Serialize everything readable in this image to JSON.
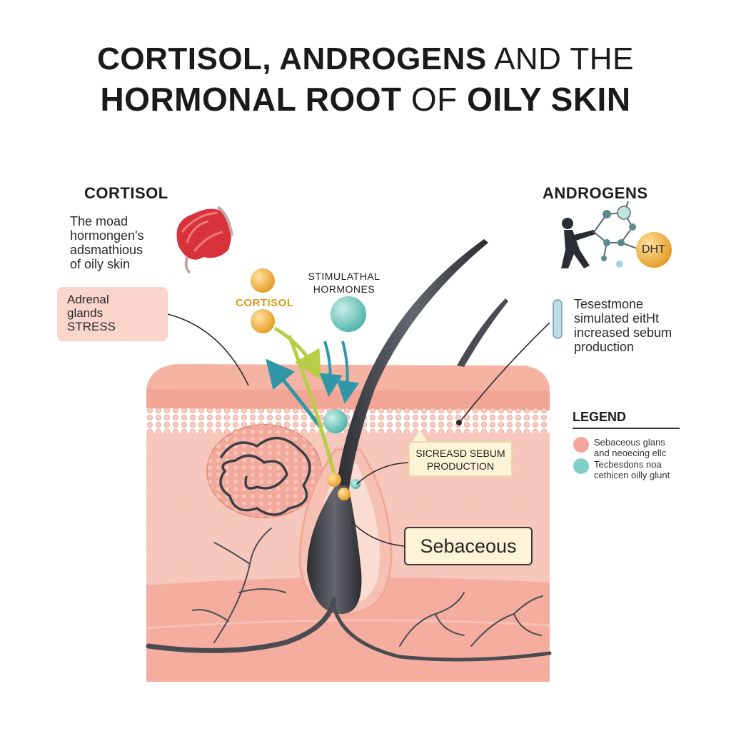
{
  "title": {
    "line1_bold": "CORTISOL, ANDROGENS",
    "line1_light": " AND THE",
    "line2_bold_a": "HORMONAL ROOT",
    "line2_light": " OF ",
    "line2_bold_b": "OILY SKIN"
  },
  "cortisol_panel": {
    "heading": "CORTISOL",
    "body": [
      "The moad",
      "hormongen's",
      "adsmathious",
      "of oily skin"
    ],
    "adrenal": [
      "Adrenal",
      "glands",
      "STRESS"
    ]
  },
  "androgens_panel": {
    "heading": "ANDROGENS",
    "dht": "DHT",
    "body": [
      "Tesestmone",
      "simulated eitHt",
      "increased sebum",
      "production"
    ]
  },
  "center": {
    "cortisol_tag": "CORTISOL",
    "stimulating": [
      "STIMULATHAL",
      "HORMONES"
    ],
    "sebum_box": [
      "SICREASD SEBUM",
      "PRODUCTION"
    ],
    "sebaceous_label": "Sebaceous"
  },
  "legend": {
    "title": "LEGEND",
    "items": [
      {
        "lines": [
          "Sebaceous glans",
          "and neoecing ellc"
        ],
        "color": "#f2a6a0"
      },
      {
        "lines": [
          "Tecbesdons noa",
          "cethicen oilly glunt"
        ],
        "color": "#7fcfc4"
      }
    ]
  },
  "colors": {
    "skin": "#f6b8aa",
    "skin_dark": "#ee9f91",
    "cortisol_orb": "#f2b13a",
    "hormone_orb": "#6ec6bd",
    "hair": "#3d3f44",
    "dht_orb": "#f5b53a"
  }
}
